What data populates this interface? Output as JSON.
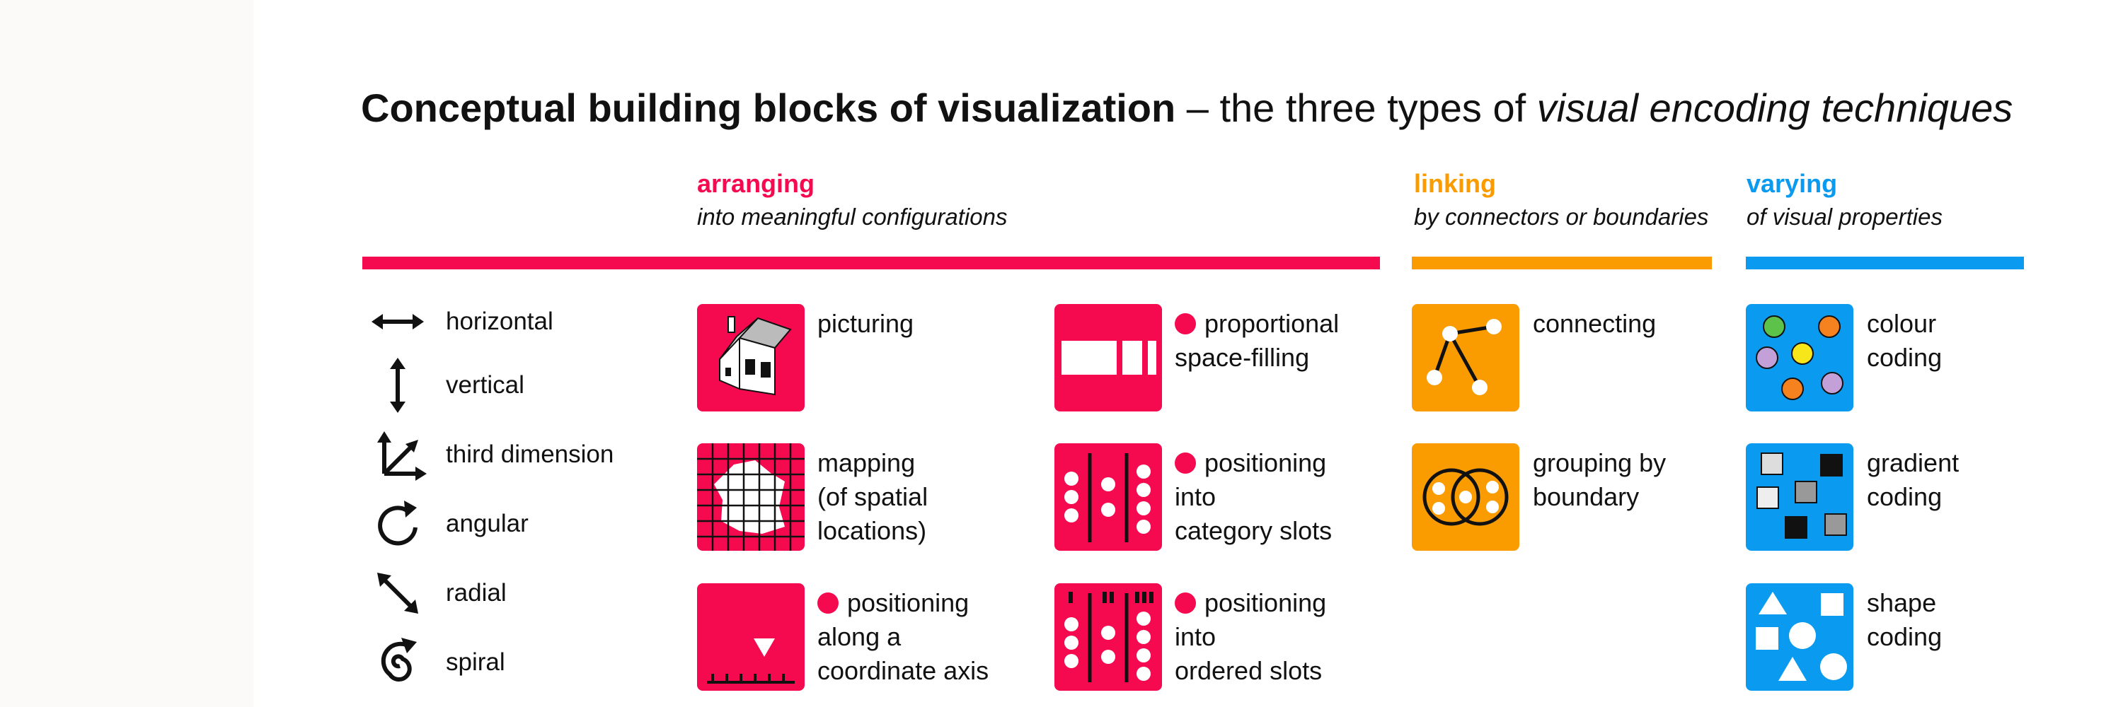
{
  "title": {
    "bold": "Conceptual building blocks of visualization",
    "middle": " – the three types of ",
    "italic": "visual encoding techniques"
  },
  "colors": {
    "arranging": "#f50a50",
    "linking": "#fa9b00",
    "varying": "#0a9bf0"
  },
  "sections": {
    "arranging": {
      "name": "arranging",
      "sub": "into meaningful configurations"
    },
    "linking": {
      "name": "linking",
      "sub": "by connectors or boundaries"
    },
    "varying": {
      "name": "varying",
      "sub": "of visual properties"
    }
  },
  "orientations": [
    {
      "label": "horizontal",
      "icon": "double-arrow-horizontal-icon"
    },
    {
      "label": "vertical",
      "icon": "double-arrow-vertical-icon"
    },
    {
      "label": "third dimension",
      "icon": "three-axis-arrows-icon"
    },
    {
      "label": "angular",
      "icon": "circular-arrow-icon"
    },
    {
      "label": "radial",
      "icon": "diagonal-double-arrow-icon"
    },
    {
      "label": "spiral",
      "icon": "spiral-arrow-icon"
    }
  ],
  "arranging_items": [
    {
      "label": "picturing",
      "icon": "house-icon"
    },
    {
      "label": "mapping\n(of spatial\nlocations)",
      "icon": "map-grid-icon"
    },
    {
      "label": "positioning\nalong a\ncoordinate axis",
      "icon": "axis-marker-icon"
    },
    {
      "label": "proportional\nspace-filling",
      "icon": "proportional-blocks-icon"
    },
    {
      "label": "positioning\ninto\ncategory slots",
      "icon": "category-slots-icon"
    },
    {
      "label": "positioning\ninto\nordered slots",
      "icon": "ordered-slots-icon"
    }
  ],
  "linking_items": [
    {
      "label": "connecting",
      "icon": "node-link-icon"
    },
    {
      "label": "grouping by\nboundary",
      "icon": "venn-boundary-icon"
    }
  ],
  "varying_items": [
    {
      "label": "colour\ncoding",
      "icon": "colour-dots-icon"
    },
    {
      "label": "gradient\ncoding",
      "icon": "gradient-squares-icon"
    },
    {
      "label": "shape\ncoding",
      "icon": "shapes-icon"
    }
  ]
}
